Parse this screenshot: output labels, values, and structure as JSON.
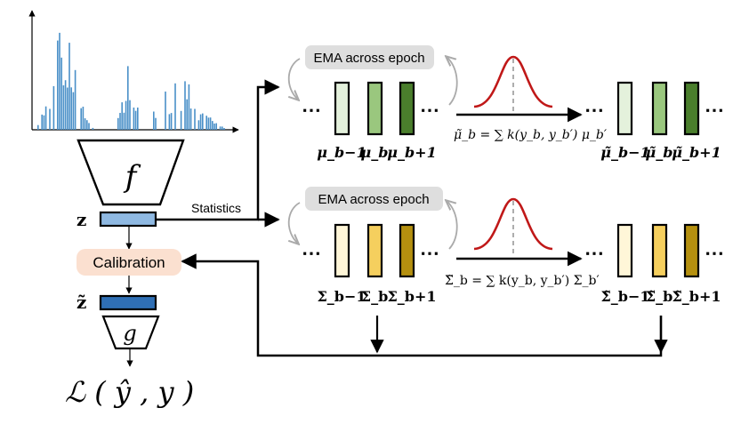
{
  "labels": {
    "encoder": "f",
    "decoder": "g",
    "z": "z",
    "z_tilde": "z̃",
    "statistics": "Statistics",
    "calibration": "Calibration",
    "loss": "ℒ ( ŷ , y )",
    "ema_top": "EMA across epoch",
    "ema_bottom": "EMA across epoch",
    "ellipsis": "⋯",
    "mu_formula": "μ̃_b = ∑ k(y_b, y_b′) μ_b′",
    "sigma_formula": "Σ̃_b = ∑ k(y_b, y_b′) Σ_b′"
  },
  "mu_labels": [
    "μ_b−1",
    "μ_b",
    "μ_b+1"
  ],
  "mu_tilde_labels": [
    "μ̃_b−1",
    "μ̃_b",
    "μ̃_b+1"
  ],
  "sigma_labels": [
    "Σ_b−1",
    "Σ_b",
    "Σ_b+1"
  ],
  "sigma_tilde_labels": [
    "Σ̃_b−1",
    "Σ̃_b",
    "Σ̃_b+1"
  ],
  "colors": {
    "histogram": "#4a90c8",
    "mu_light": "#e4f1dc",
    "mu_mid": "#9ac77e",
    "mu_dark": "#4a7e2c",
    "sigma_light": "#fff6d8",
    "sigma_mid": "#f5cf5e",
    "sigma_dark": "#b5900f",
    "z_fill": "#8fb9e2",
    "z_tilde_fill": "#2f6fb5",
    "calibration_bg": "#fbe0d0",
    "ema_bg": "#dedede",
    "gaussian": "#c01818"
  }
}
